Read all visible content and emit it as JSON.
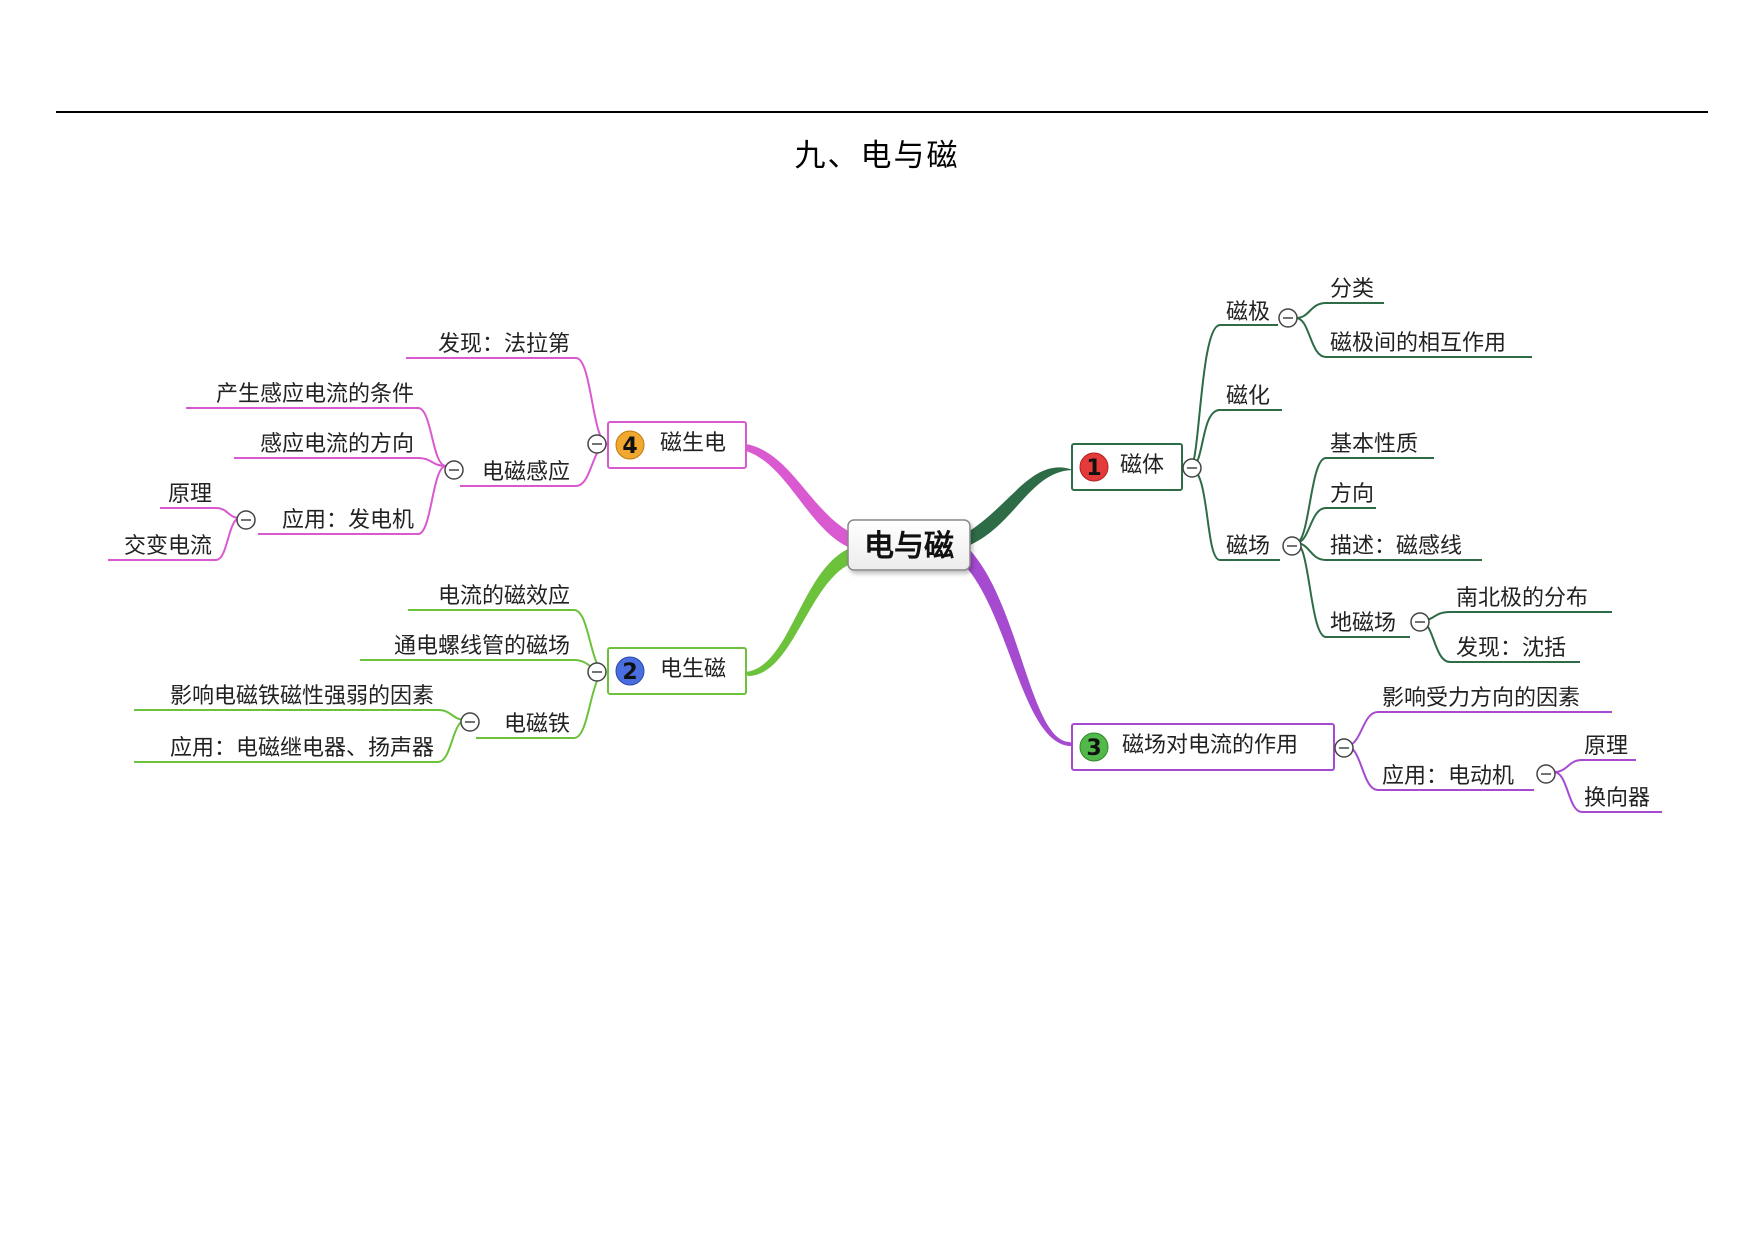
{
  "page": {
    "title": "九、电与磁"
  },
  "colors": {
    "branch1": "#2e6b47",
    "branch2": "#6cc23a",
    "branch3": "#a64ad0",
    "branch4": "#d95ad0",
    "badge1": "#e43a3a",
    "badge2": "#4a6ee0",
    "badge3": "#52b84a",
    "badge4": "#f0a830"
  },
  "mindmap": {
    "root": "电与磁",
    "branches": [
      {
        "id": "b1",
        "number": "1",
        "label": "磁体",
        "children": [
          {
            "label": "磁极",
            "children": [
              {
                "label": "分类"
              },
              {
                "label": "磁极间的相互作用"
              }
            ]
          },
          {
            "label": "磁化"
          },
          {
            "label": "磁场",
            "children": [
              {
                "label": "基本性质"
              },
              {
                "label": "方向"
              },
              {
                "label": "描述：磁感线"
              },
              {
                "label": "地磁场",
                "children": [
                  {
                    "label": "南北极的分布"
                  },
                  {
                    "label": "发现：沈括"
                  }
                ]
              }
            ]
          }
        ]
      },
      {
        "id": "b2",
        "number": "2",
        "label": "电生磁",
        "children": [
          {
            "label": "电流的磁效应"
          },
          {
            "label": "通电螺线管的磁场"
          },
          {
            "label": "电磁铁",
            "children": [
              {
                "label": "影响电磁铁磁性强弱的因素"
              },
              {
                "label": "应用：电磁继电器、扬声器"
              }
            ]
          }
        ]
      },
      {
        "id": "b3",
        "number": "3",
        "label": "磁场对电流的作用",
        "children": [
          {
            "label": "影响受力方向的因素"
          },
          {
            "label": "应用：电动机",
            "children": [
              {
                "label": "原理"
              },
              {
                "label": "换向器"
              }
            ]
          }
        ]
      },
      {
        "id": "b4",
        "number": "4",
        "label": "磁生电",
        "children": [
          {
            "label": "发现：法拉第"
          },
          {
            "label": "电磁感应",
            "children": [
              {
                "label": "产生感应电流的条件"
              },
              {
                "label": "感应电流的方向"
              },
              {
                "label": "应用：发电机",
                "children": [
                  {
                    "label": "原理"
                  },
                  {
                    "label": "交变电流"
                  }
                ]
              }
            ]
          }
        ]
      }
    ]
  }
}
